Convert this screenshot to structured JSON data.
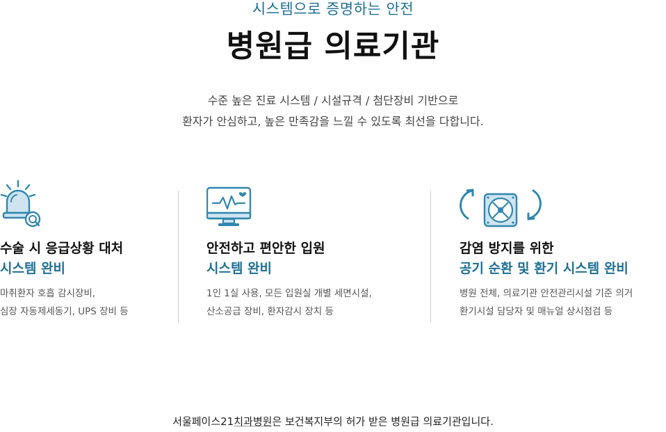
{
  "header": {
    "eyebrow": "시스템으로 증명하는 안전",
    "title": "병원급 의료기관"
  },
  "intro": {
    "line1": "수준 높은 진료 시스템 / 시설규격 / 첨단장비 기반으로",
    "line2": "환자가 안심하고, 높은 만족감을 느낄 수 있도록 최선을 다합니다."
  },
  "features": [
    {
      "icon": "alarm-siren-icon",
      "title_line1": "수술 시 응급상황 대처",
      "title_line2": "시스템 완비",
      "desc_line1": "마취환자 호흡 감시장비,",
      "desc_line2": "심장 자동제세동기, UPS 장비 등"
    },
    {
      "icon": "heart-monitor-icon",
      "title_line1": "안전하고 편안한 입원",
      "title_line2": "시스템 완비",
      "desc_line1": "1인 1실 사용, 모든 입원실 개별 세면시설,",
      "desc_line2": "산소공급 장비, 환자감시 장치 등"
    },
    {
      "icon": "ventilation-fan-icon",
      "title_line1": "감염 방지를 위한",
      "title_line2": "공기 순환 및 환기 시스템 완비",
      "desc_line1": "병원 전체, 의료기관 안전관리시설 기준 의거",
      "desc_line2": "환기시설 담당자 및 매뉴얼 상시점검 등"
    }
  ],
  "footer": {
    "prefix": "서울페이스21",
    "highlight": "치과병원",
    "suffix": "은 보건복지부의 허가 받은 병원급 의료기관입니다."
  },
  "colors": {
    "accent": "#1e6f95",
    "icon_blue": "#2f86b0",
    "icon_light": "#cfe4ef"
  }
}
